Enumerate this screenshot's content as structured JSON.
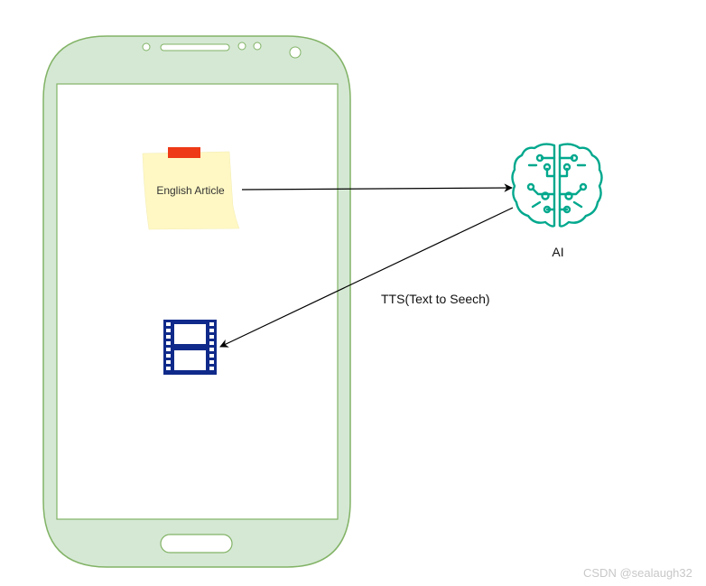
{
  "nodes": {
    "note": {
      "label": "English Article",
      "icon": "sticky-note-icon"
    },
    "ai": {
      "label": "AI",
      "icon": "ai-brain-icon"
    },
    "video": {
      "icon": "film-strip-icon"
    },
    "phone": {
      "icon": "smartphone-icon"
    }
  },
  "edges": {
    "tts": {
      "label": "TTS(Text to Seech)"
    }
  },
  "watermark": "CSDN @sealaugh32",
  "colors": {
    "phone_fill": "#d5e8d4",
    "phone_stroke": "#82b366",
    "note_fill": "#fff8c4",
    "note_tab": "#ee3a16",
    "ai_icon": "#01a88d",
    "film": "#0f2a8a",
    "arrow": "#000000"
  }
}
